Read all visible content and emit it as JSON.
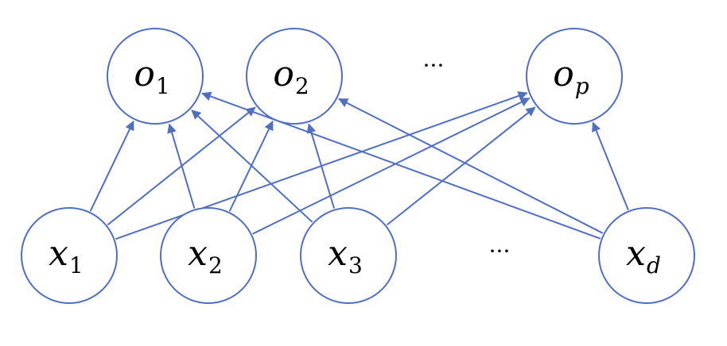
{
  "colors": {
    "accent": "#4F6FC2",
    "text": "#000000",
    "background": "#ffffff"
  },
  "output_nodes": [
    {
      "id": "o1",
      "main": "o",
      "sub": "1",
      "sub_italic": false
    },
    {
      "id": "o2",
      "main": "o",
      "sub": "2",
      "sub_italic": false
    },
    {
      "id": "op",
      "main": "o",
      "sub": "p",
      "sub_italic": true
    }
  ],
  "input_nodes": [
    {
      "id": "x1",
      "main": "x",
      "sub": "1",
      "sub_italic": false
    },
    {
      "id": "x2",
      "main": "x",
      "sub": "2",
      "sub_italic": false
    },
    {
      "id": "x3",
      "main": "x",
      "sub": "3",
      "sub_italic": false
    },
    {
      "id": "xd",
      "main": "x",
      "sub": "d",
      "sub_italic": true
    }
  ],
  "edges": [
    {
      "from": "x1",
      "to": "o1"
    },
    {
      "from": "x1",
      "to": "o2"
    },
    {
      "from": "x1",
      "to": "op"
    },
    {
      "from": "x2",
      "to": "o1"
    },
    {
      "from": "x2",
      "to": "o2"
    },
    {
      "from": "x2",
      "to": "op"
    },
    {
      "from": "x3",
      "to": "o1"
    },
    {
      "from": "x3",
      "to": "o2"
    },
    {
      "from": "x3",
      "to": "op"
    },
    {
      "from": "xd",
      "to": "o1"
    },
    {
      "from": "xd",
      "to": "o2"
    },
    {
      "from": "xd",
      "to": "op"
    }
  ],
  "ellipsis_top": "···",
  "ellipsis_bottom": "···"
}
